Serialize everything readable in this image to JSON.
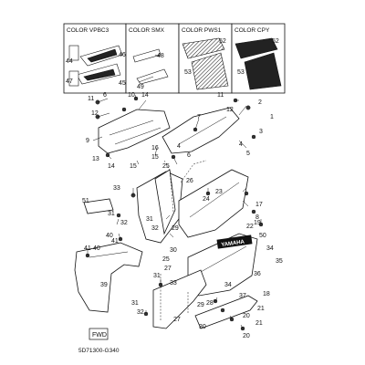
{
  "header_boxes": [
    {
      "label": "COLOR VPBC3",
      "numbers": [
        "44",
        "46",
        "47",
        "45"
      ]
    },
    {
      "label": "COLOR SMX",
      "numbers": [
        "48",
        "49"
      ]
    },
    {
      "label": "COLOR PWS1",
      "numbers": [
        "52",
        "53"
      ]
    },
    {
      "label": "COLOR CPY",
      "numbers": [
        "52",
        "53"
      ]
    }
  ],
  "callouts": [
    "6",
    "10",
    "14",
    "11",
    "12",
    "2",
    "1",
    "11",
    "12",
    "7",
    "3",
    "4",
    "5",
    "9",
    "16",
    "15",
    "4",
    "6",
    "13",
    "14",
    "15",
    "25",
    "26",
    "33",
    "23",
    "24",
    "17",
    "51",
    "22",
    "31",
    "32",
    "31",
    "32",
    "29",
    "30",
    "8",
    "19",
    "50",
    "41",
    "40",
    "41",
    "40",
    "25",
    "34",
    "35",
    "36",
    "27",
    "33",
    "31",
    "34",
    "28",
    "37",
    "18",
    "39",
    "20",
    "21",
    "21",
    "20",
    "31",
    "32",
    "27",
    "29",
    "30"
  ],
  "brand_text": "YAMAHA",
  "fwd_label": "FWD",
  "diagram_code": "5D71300-G340"
}
